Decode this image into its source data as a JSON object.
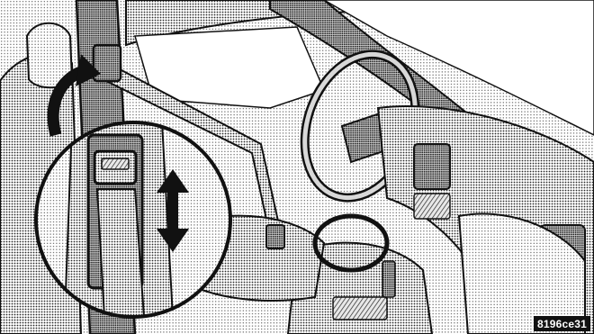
{
  "figure": {
    "id_label": "8196ce31",
    "background_color": "#ffffff",
    "ink_color": "#111111"
  },
  "callouts": [
    {
      "name": "rotate-arrow",
      "icon": "curved-arrow-icon"
    },
    {
      "name": "adjust-arrow",
      "icon": "up-down-arrow-icon"
    }
  ]
}
